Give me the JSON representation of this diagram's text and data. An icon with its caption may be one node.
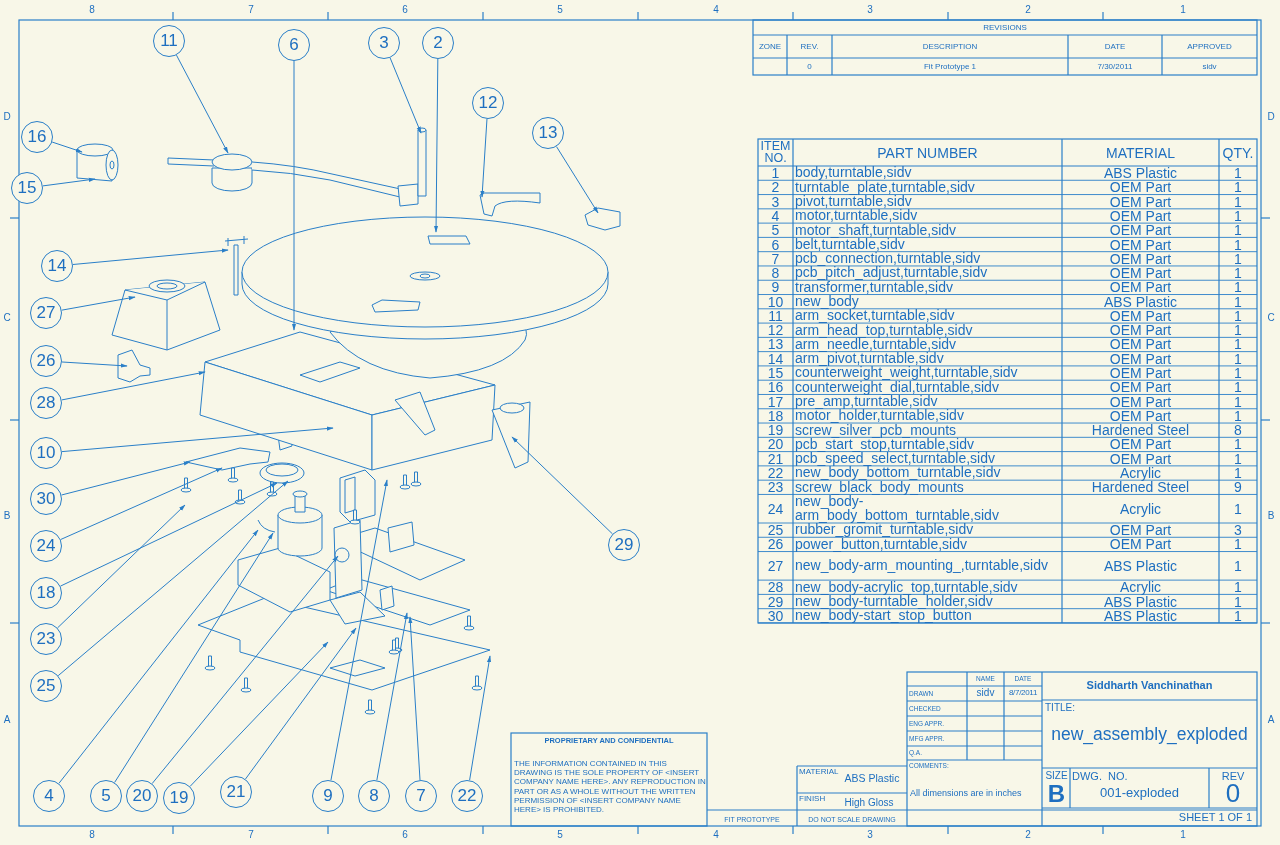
{
  "diagram": {
    "nodes": [
      {
        "text": [
          "11"
        ]
      },
      {
        "text": [
          "6"
        ]
      },
      {
        "text": [
          "3"
        ]
      },
      {
        "text": [
          "2"
        ]
      },
      {
        "text": [
          "12"
        ]
      },
      {
        "text": [
          "16"
        ]
      },
      {
        "text": [
          "13"
        ]
      },
      {
        "text": [
          "15"
        ]
      },
      {
        "text": [
          "14"
        ]
      },
      {
        "text": [
          "27"
        ]
      },
      {
        "text": [
          "26"
        ]
      },
      {
        "text": [
          "28"
        ]
      },
      {
        "text": [
          "10"
        ]
      },
      {
        "text": [
          "30"
        ]
      },
      {
        "text": [
          "24"
        ]
      },
      {
        "text": [
          "18"
        ]
      },
      {
        "text": [
          "29"
        ]
      },
      {
        "text": [
          "23"
        ]
      },
      {
        "text": [
          "25"
        ]
      },
      {
        "text": [
          "4"
        ]
      },
      {
        "text": [
          "5"
        ]
      },
      {
        "text": [
          "20"
        ]
      },
      {
        "text": [
          "19"
        ]
      },
      {
        "text": [
          "21"
        ]
      },
      {
        "text": [
          "9"
        ]
      },
      {
        "text": [
          "8"
        ]
      },
      {
        "text": [
          "7"
        ]
      },
      {
        "text": [
          "22"
        ]
      }
    ],
    "edges": [
      {
        "from": 0,
        "to": null,
        "arrow": "to"
      },
      {
        "from": 1,
        "to": null,
        "arrow": "to"
      },
      {
        "from": 2,
        "to": null,
        "arrow": "to"
      },
      {
        "from": 3,
        "to": null,
        "arrow": "to"
      },
      {
        "from": 4,
        "to": null,
        "arrow": "to"
      },
      {
        "from": 5,
        "to": null,
        "arrow": "to"
      },
      {
        "from": 6,
        "to": null,
        "arrow": "to"
      },
      {
        "from": 7,
        "to": null,
        "arrow": "to"
      },
      {
        "from": 8,
        "to": null,
        "arrow": "to"
      },
      {
        "from": 9,
        "to": null,
        "arrow": "to"
      },
      {
        "from": 10,
        "to": null,
        "arrow": "to"
      },
      {
        "from": 11,
        "to": null,
        "arrow": "to"
      },
      {
        "from": 12,
        "to": null,
        "arrow": "to"
      },
      {
        "from": 13,
        "to": null,
        "arrow": "to"
      },
      {
        "from": 14,
        "to": null,
        "arrow": "to"
      },
      {
        "from": 15,
        "to": null,
        "arrow": "to"
      },
      {
        "from": 16,
        "to": null,
        "arrow": "to"
      },
      {
        "from": 17,
        "to": null,
        "arrow": "to"
      },
      {
        "from": 18,
        "to": null,
        "arrow": "to"
      },
      {
        "from": 19,
        "to": null,
        "arrow": "to"
      },
      {
        "from": 20,
        "to": null,
        "arrow": "to"
      },
      {
        "from": 21,
        "to": null,
        "arrow": "to"
      },
      {
        "from": 22,
        "to": null,
        "arrow": "to"
      },
      {
        "from": 23,
        "to": null,
        "arrow": "to"
      },
      {
        "from": 24,
        "to": null,
        "arrow": "to"
      },
      {
        "from": 25,
        "to": null,
        "arrow": "to"
      },
      {
        "from": 26,
        "to": null,
        "arrow": "to"
      },
      {
        "from": 27,
        "to": null,
        "arrow": "to"
      }
    ],
    "labels": [
      "8",
      "7",
      "6",
      "5",
      "4",
      "3",
      "2",
      "1",
      "D",
      "C",
      "B",
      "A",
      "D",
      "C",
      "B",
      "A",
      "8",
      "7",
      "6",
      "5",
      "4",
      "3",
      "2",
      "1",
      "REVISIONS",
      "ZONE",
      "REV.",
      "DESCRIPTION",
      "DATE",
      "APPROVED",
      "0",
      "Fit Prototype 1",
      "7/30/2011",
      "sidv",
      "ITEM NO.",
      "PART NUMBER",
      "MATERIAL",
      "QTY.",
      "1",
      "body,turntable,sidv",
      "ABS Plastic",
      "1",
      "2",
      "turntable_plate,turntable,sidv",
      "OEM Part",
      "1",
      "3",
      "pivot,turntable,sidv",
      "OEM Part",
      "1",
      "4",
      "motor,turntable,sidv",
      "OEM Part",
      "1",
      "5",
      "motor_shaft,turntable,sidv",
      "OEM Part",
      "1",
      "6",
      "belt,turntable,sidv",
      "OEM Part",
      "1",
      "7",
      "pcb_connection,turntable,sidv",
      "OEM Part",
      "1",
      "8",
      "pcb_pitch_adjust,turntable,sidv",
      "OEM Part",
      "1",
      "9",
      "transformer,turntable,sidv",
      "OEM Part",
      "1",
      "10",
      "new_body",
      "ABS Plastic",
      "1",
      "11",
      "arm_socket,turntable,sidv",
      "OEM Part",
      "1",
      "12",
      "arm_head_top,turntable,sidv",
      "OEM Part",
      "1",
      "13",
      "arm_needle,turntable,sidv",
      "OEM Part",
      "1",
      "14",
      "arm_pivot,turntable,sidv",
      "OEM Part",
      "1",
      "15",
      "counterweight_weight,turntable,sidv",
      "OEM Part",
      "1",
      "16",
      "counterweight_dial,turntable,sidv",
      "OEM Part",
      "1",
      "17",
      "pre_amp,turntable,sidv",
      "OEM Part",
      "1",
      "18",
      "motor_holder,turntable,sidv",
      "OEM Part",
      "1",
      "19",
      "screw_silver_pcb_mounts",
      "Hardened Steel",
      "8",
      "20",
      "pcb_start_stop,turntable,sidv",
      "OEM Part",
      "1",
      "21",
      "pcb_speed_select,turntable,sidv",
      "OEM Part",
      "1",
      "22",
      "new_body_bottom_turntable,sidv",
      "Acrylic",
      "1",
      "23",
      "screw_black_body_mounts",
      "Hardened Steel",
      "9",
      "24",
      "new_body-arm_body_bottom_turntable,sidv",
      "Acrylic",
      "1",
      "25",
      "rubber_gromit_turntable,sidv",
      "OEM Part",
      "3",
      "26",
      "power_button,turntable,sidv",
      "OEM Part",
      "1",
      "27",
      "new_body-arm_mounting_,turntable,sidv",
      "ABS Plastic",
      "1",
      "28",
      "new_body-acrylic_top,turntable,sidv",
      "Acrylic",
      "1",
      "29",
      "new_body-turntable_holder,sidv",
      "ABS Plastic",
      "1",
      "30",
      "new_body-start_stop_button",
      "ABS Plastic",
      "1",
      "PROPRIETARY AND CONFIDENTIAL",
      "THE INFORMATION CONTAINED IN THIS DRAWING IS THE SOLE PROPERTY OF <INSERT COMPANY NAME HERE>. ANY REPRODUCTION IN PART OR AS A WHOLE WITHOUT THE WRITTEN PERMISSION OF <INSERT COMPANY NAME HERE> IS PROHIBITED.",
      "FIT PROTOTYPE",
      "MATERIAL",
      "ABS Plastic",
      "FINISH",
      "High Gloss",
      "DO NOT SCALE DRAWING",
      "NAME",
      "DATE",
      "DRAWN",
      "sidv",
      "8/7/2011",
      "CHECKED",
      "ENG APPR.",
      "MFG APPR.",
      "Q.A.",
      "COMMENTS:",
      "All dimensions are in inches",
      "Siddharth Vanchinathan",
      "TITLE:",
      "new_assembly_exploded",
      "SIZE",
      "B",
      "DWG.  NO.",
      "001-exploded",
      "REV",
      "0",
      "SHEET 1 OF 1"
    ]
  }
}
